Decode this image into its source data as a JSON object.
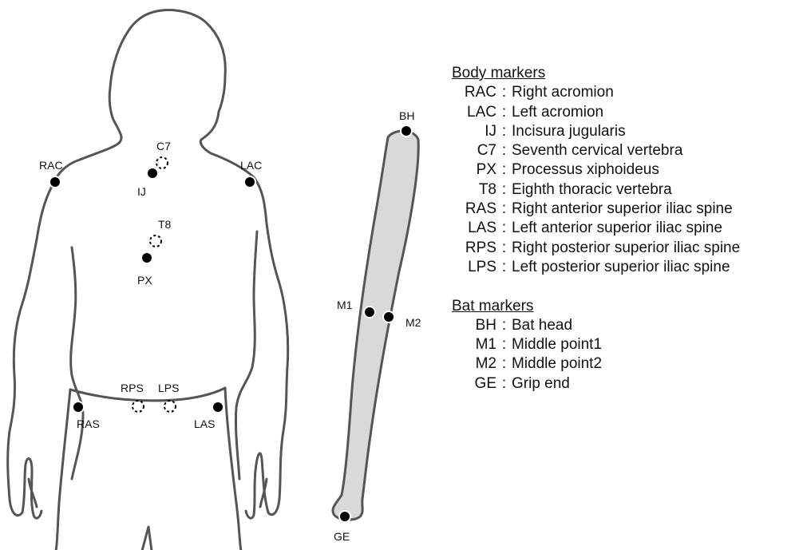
{
  "body_markers": {
    "title": "Body markers",
    "items": [
      {
        "code": "RAC",
        "name": "Right acromion"
      },
      {
        "code": "LAC",
        "name": "Left acromion"
      },
      {
        "code": "IJ",
        "name": "Incisura jugularis"
      },
      {
        "code": "C7",
        "name": "Seventh cervical vertebra"
      },
      {
        "code": "PX",
        "name": "Processus xiphoideus"
      },
      {
        "code": "T8",
        "name": "Eighth thoracic vertebra"
      },
      {
        "code": "RAS",
        "name": "Right anterior superior iliac spine"
      },
      {
        "code": "LAS",
        "name": "Left anterior superior iliac spine"
      },
      {
        "code": "RPS",
        "name": "Right posterior superior iliac spine"
      },
      {
        "code": "LPS",
        "name": "Left posterior superior iliac spine"
      }
    ]
  },
  "bat_markers": {
    "title": "Bat markers",
    "items": [
      {
        "code": "BH",
        "name": "Bat head"
      },
      {
        "code": "M1",
        "name": "Middle point1"
      },
      {
        "code": "M2",
        "name": "Middle point2"
      },
      {
        "code": "GE",
        "name": "Grip end"
      }
    ]
  },
  "separator": ":",
  "colors": {
    "outline": "#555555",
    "bat_fill": "#d9d9d9",
    "marker": "#000000"
  }
}
